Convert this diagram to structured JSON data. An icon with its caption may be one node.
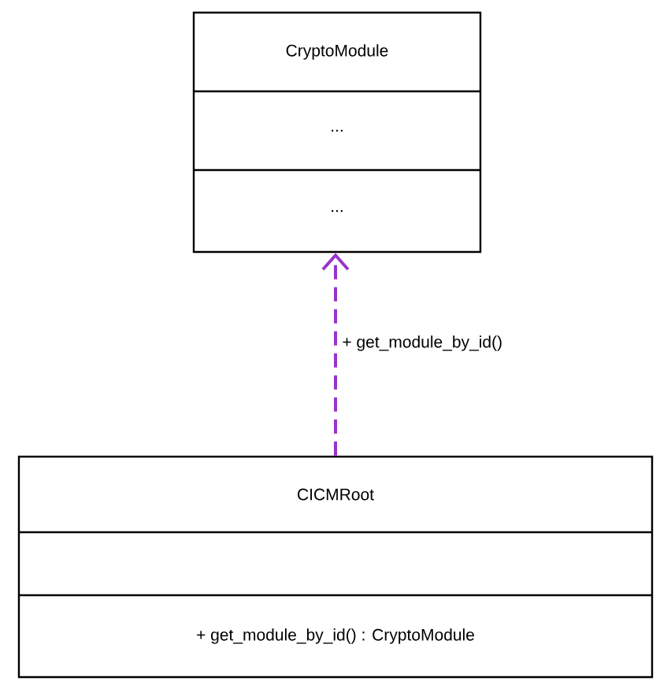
{
  "diagram": {
    "nodes": [
      {
        "text": [
          "CryptoModule",
          "...",
          "..."
        ]
      },
      {
        "text": [
          "CICMRoot",
          "+ get_module_by_id() : CryptoModule"
        ]
      }
    ],
    "edges": [
      {
        "from": 1,
        "to": 0,
        "arrow": "to",
        "style": "dashed",
        "color": "#9933cc",
        "label": "+ get_module_by_id()"
      }
    ]
  }
}
